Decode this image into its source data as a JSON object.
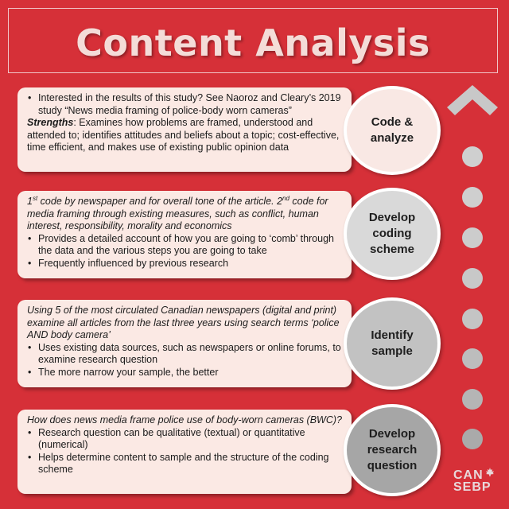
{
  "title": "Content Analysis",
  "steps": [
    {
      "circle_label_lines": [
        "Code &",
        "analyze"
      ],
      "card": {
        "line1": "Interested in the results of this study? See Naoroz and Cleary’s 2019 study “News media framing of police-body worn cameras”",
        "strengths_label": "Strengths",
        "strengths_text": ": Examines how problems are framed, understood and attended to; identifies attitudes and beliefs about a topic; cost-effective, time efficient, and makes use of existing public opinion data"
      }
    },
    {
      "circle_label_lines": [
        "Develop",
        "coding",
        "scheme"
      ],
      "card": {
        "intro_a": "1",
        "intro_sup_a": "st",
        "intro_b": "code by newspaper and for overall tone of the article. 2",
        "intro_sup_b": "nd",
        "intro_c": "code for media framing through existing measures, such as conflict, human interest, responsibility, morality and economics",
        "bullets": [
          "Provides a detailed account of how you are going to ‘comb’ through the data and the various steps you are going to take",
          "Frequently influenced by previous research"
        ]
      }
    },
    {
      "circle_label_lines": [
        "Identify",
        "sample"
      ],
      "card": {
        "intro": "Using 5 of the most circulated Canadian newspapers (digital and print) examine all articles from the last three years using search terms ‘police AND body camera’",
        "bullets": [
          "Uses existing data sources, such as newspapers or online forums, to examine research question",
          "The more narrow your sample, the better"
        ]
      }
    },
    {
      "circle_label_lines": [
        "Develop",
        "research",
        "question"
      ],
      "card": {
        "intro": "How does news media frame police use of body-worn cameras (BWC)?",
        "bullets": [
          "Research question can be qualitative (textual) or quantitative (numerical)",
          "Helps determine content to sample and the structure of the coding scheme"
        ]
      }
    }
  ],
  "logo": {
    "line1": "CAN",
    "line2": "SEBP"
  },
  "colors": {
    "background": "#d63038",
    "card": "#fbe9e4",
    "circle_1": "#f9e8e4",
    "circle_2": "#d9d9d9",
    "circle_3": "#c2c2c2",
    "circle_4": "#a6a6a6",
    "chevron": "#c8c8c8"
  },
  "icons": {
    "arrow": "chevron-up-icon",
    "logo": "maple-leaf-icon"
  }
}
